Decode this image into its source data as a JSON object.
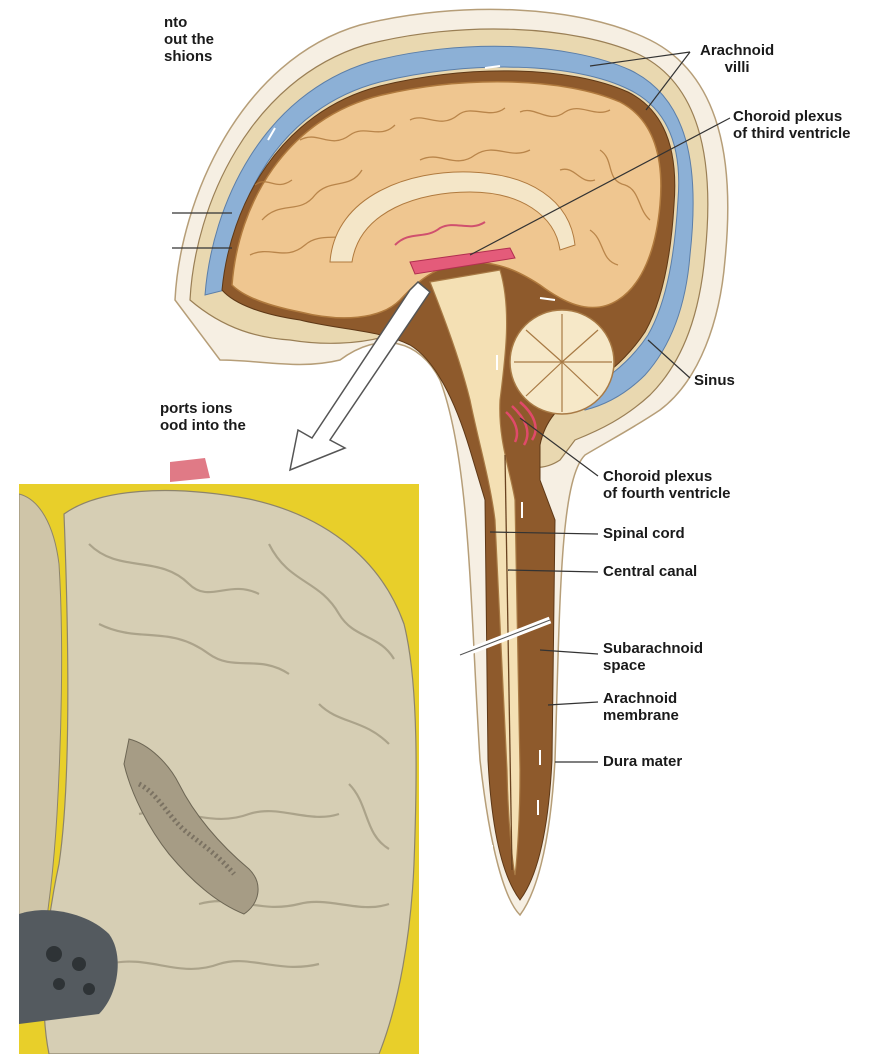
{
  "figure": {
    "labels": {
      "arachnoid_villi": [
        "Arachnoid",
        "villi"
      ],
      "choroid_third": [
        "Choroid plexus",
        "of third ventricle"
      ],
      "sinus": [
        "Sinus"
      ],
      "choroid_fourth": [
        "Choroid plexus",
        "of fourth ventricle"
      ],
      "spinal_cord": [
        "Spinal cord"
      ],
      "central_canal": [
        "Central canal"
      ],
      "subarachnoid_space": [
        "Subarachnoid",
        "space"
      ],
      "arachnoid_membrane": [
        "Arachnoid",
        "membrane"
      ],
      "dura_mater": [
        "Dura mater"
      ]
    },
    "cropped_text": {
      "top_left": [
        "nto",
        "out the",
        "shions"
      ],
      "mid_left": [
        "ports ions",
        "ood into the"
      ]
    }
  }
}
